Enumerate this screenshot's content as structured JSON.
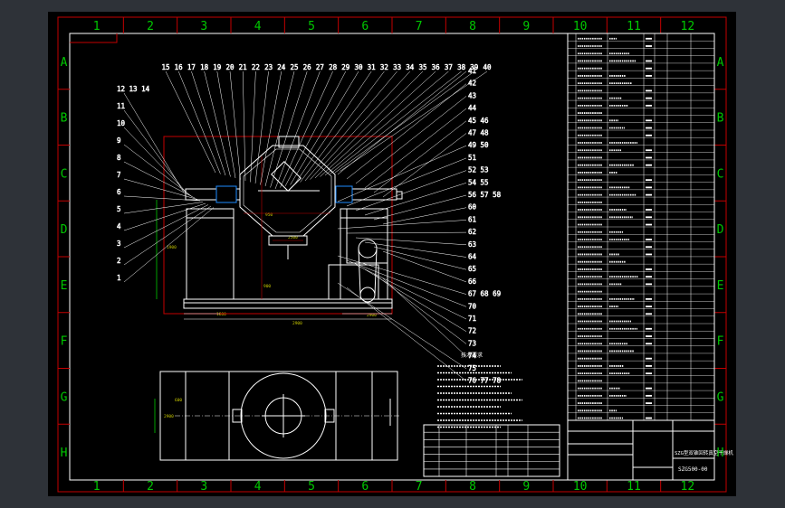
{
  "drawing": {
    "columns": [
      "1",
      "2",
      "3",
      "4",
      "5",
      "6",
      "7",
      "8",
      "9",
      "10",
      "11",
      "12"
    ],
    "rows": [
      "A",
      "B",
      "C",
      "D",
      "E",
      "F",
      "G",
      "H"
    ],
    "title_name": "SZG型双锥回转真空干燥机",
    "drawing_no": "SZG500-00",
    "dims": [
      "1800",
      "2900",
      "950",
      "2500",
      "1900",
      "2900",
      "2900",
      "600",
      "900"
    ],
    "part_numbers_top": [
      "15",
      "16",
      "17",
      "18",
      "19",
      "20",
      "21",
      "22",
      "23",
      "24",
      "25",
      "26",
      "27",
      "28",
      "29",
      "30",
      "31",
      "32",
      "33",
      "34",
      "35",
      "36",
      "37",
      "38",
      "39",
      "40"
    ],
    "part_numbers_left": [
      "12 13 14",
      "11",
      "10",
      "9",
      "8",
      "7",
      "6",
      "5",
      "4",
      "3",
      "2",
      "1"
    ],
    "part_numbers_right": [
      "41",
      "42",
      "43",
      "44",
      "45 46",
      "47 48",
      "49 50",
      "51",
      "52 53",
      "54 55",
      "56 57 58",
      "60",
      "61",
      "62",
      "63",
      "64",
      "65",
      "66",
      "67 68 69",
      "70",
      "71",
      "72",
      "73",
      "74",
      "75",
      "76 77 78"
    ],
    "notes_title": "技术要求"
  }
}
